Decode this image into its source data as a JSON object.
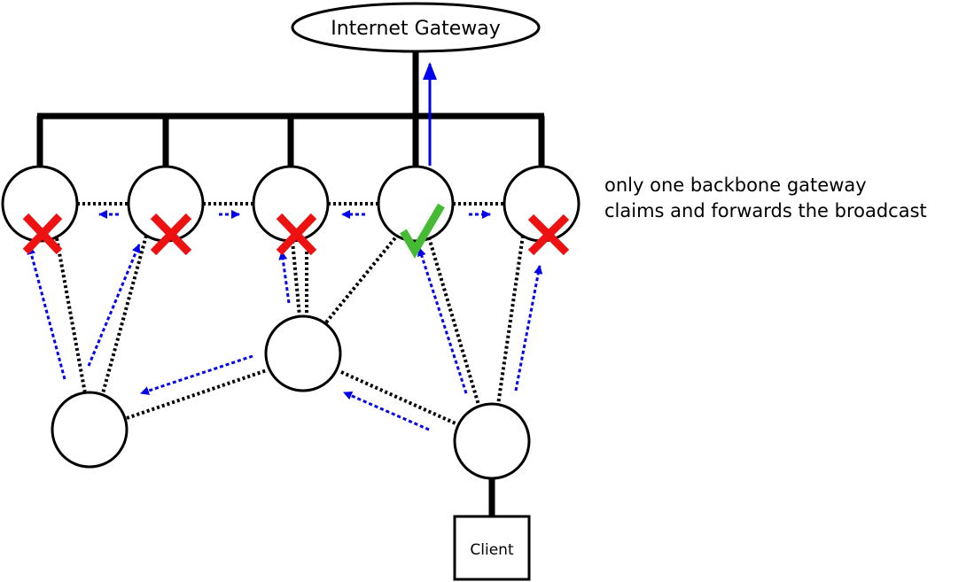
{
  "gateway": {
    "label": "Internet Gateway"
  },
  "client": {
    "label": "Client"
  },
  "caption": {
    "line1": "only one backbone gateway",
    "line2": "claims and forwards the broadcast"
  },
  "colors": {
    "backbone": "#000000",
    "flow_arrow": "#0000ee",
    "reject": "#ee1111",
    "accept": "#44bb33"
  },
  "icons": {
    "reject": "cross-mark-icon",
    "accept": "check-mark-icon"
  }
}
